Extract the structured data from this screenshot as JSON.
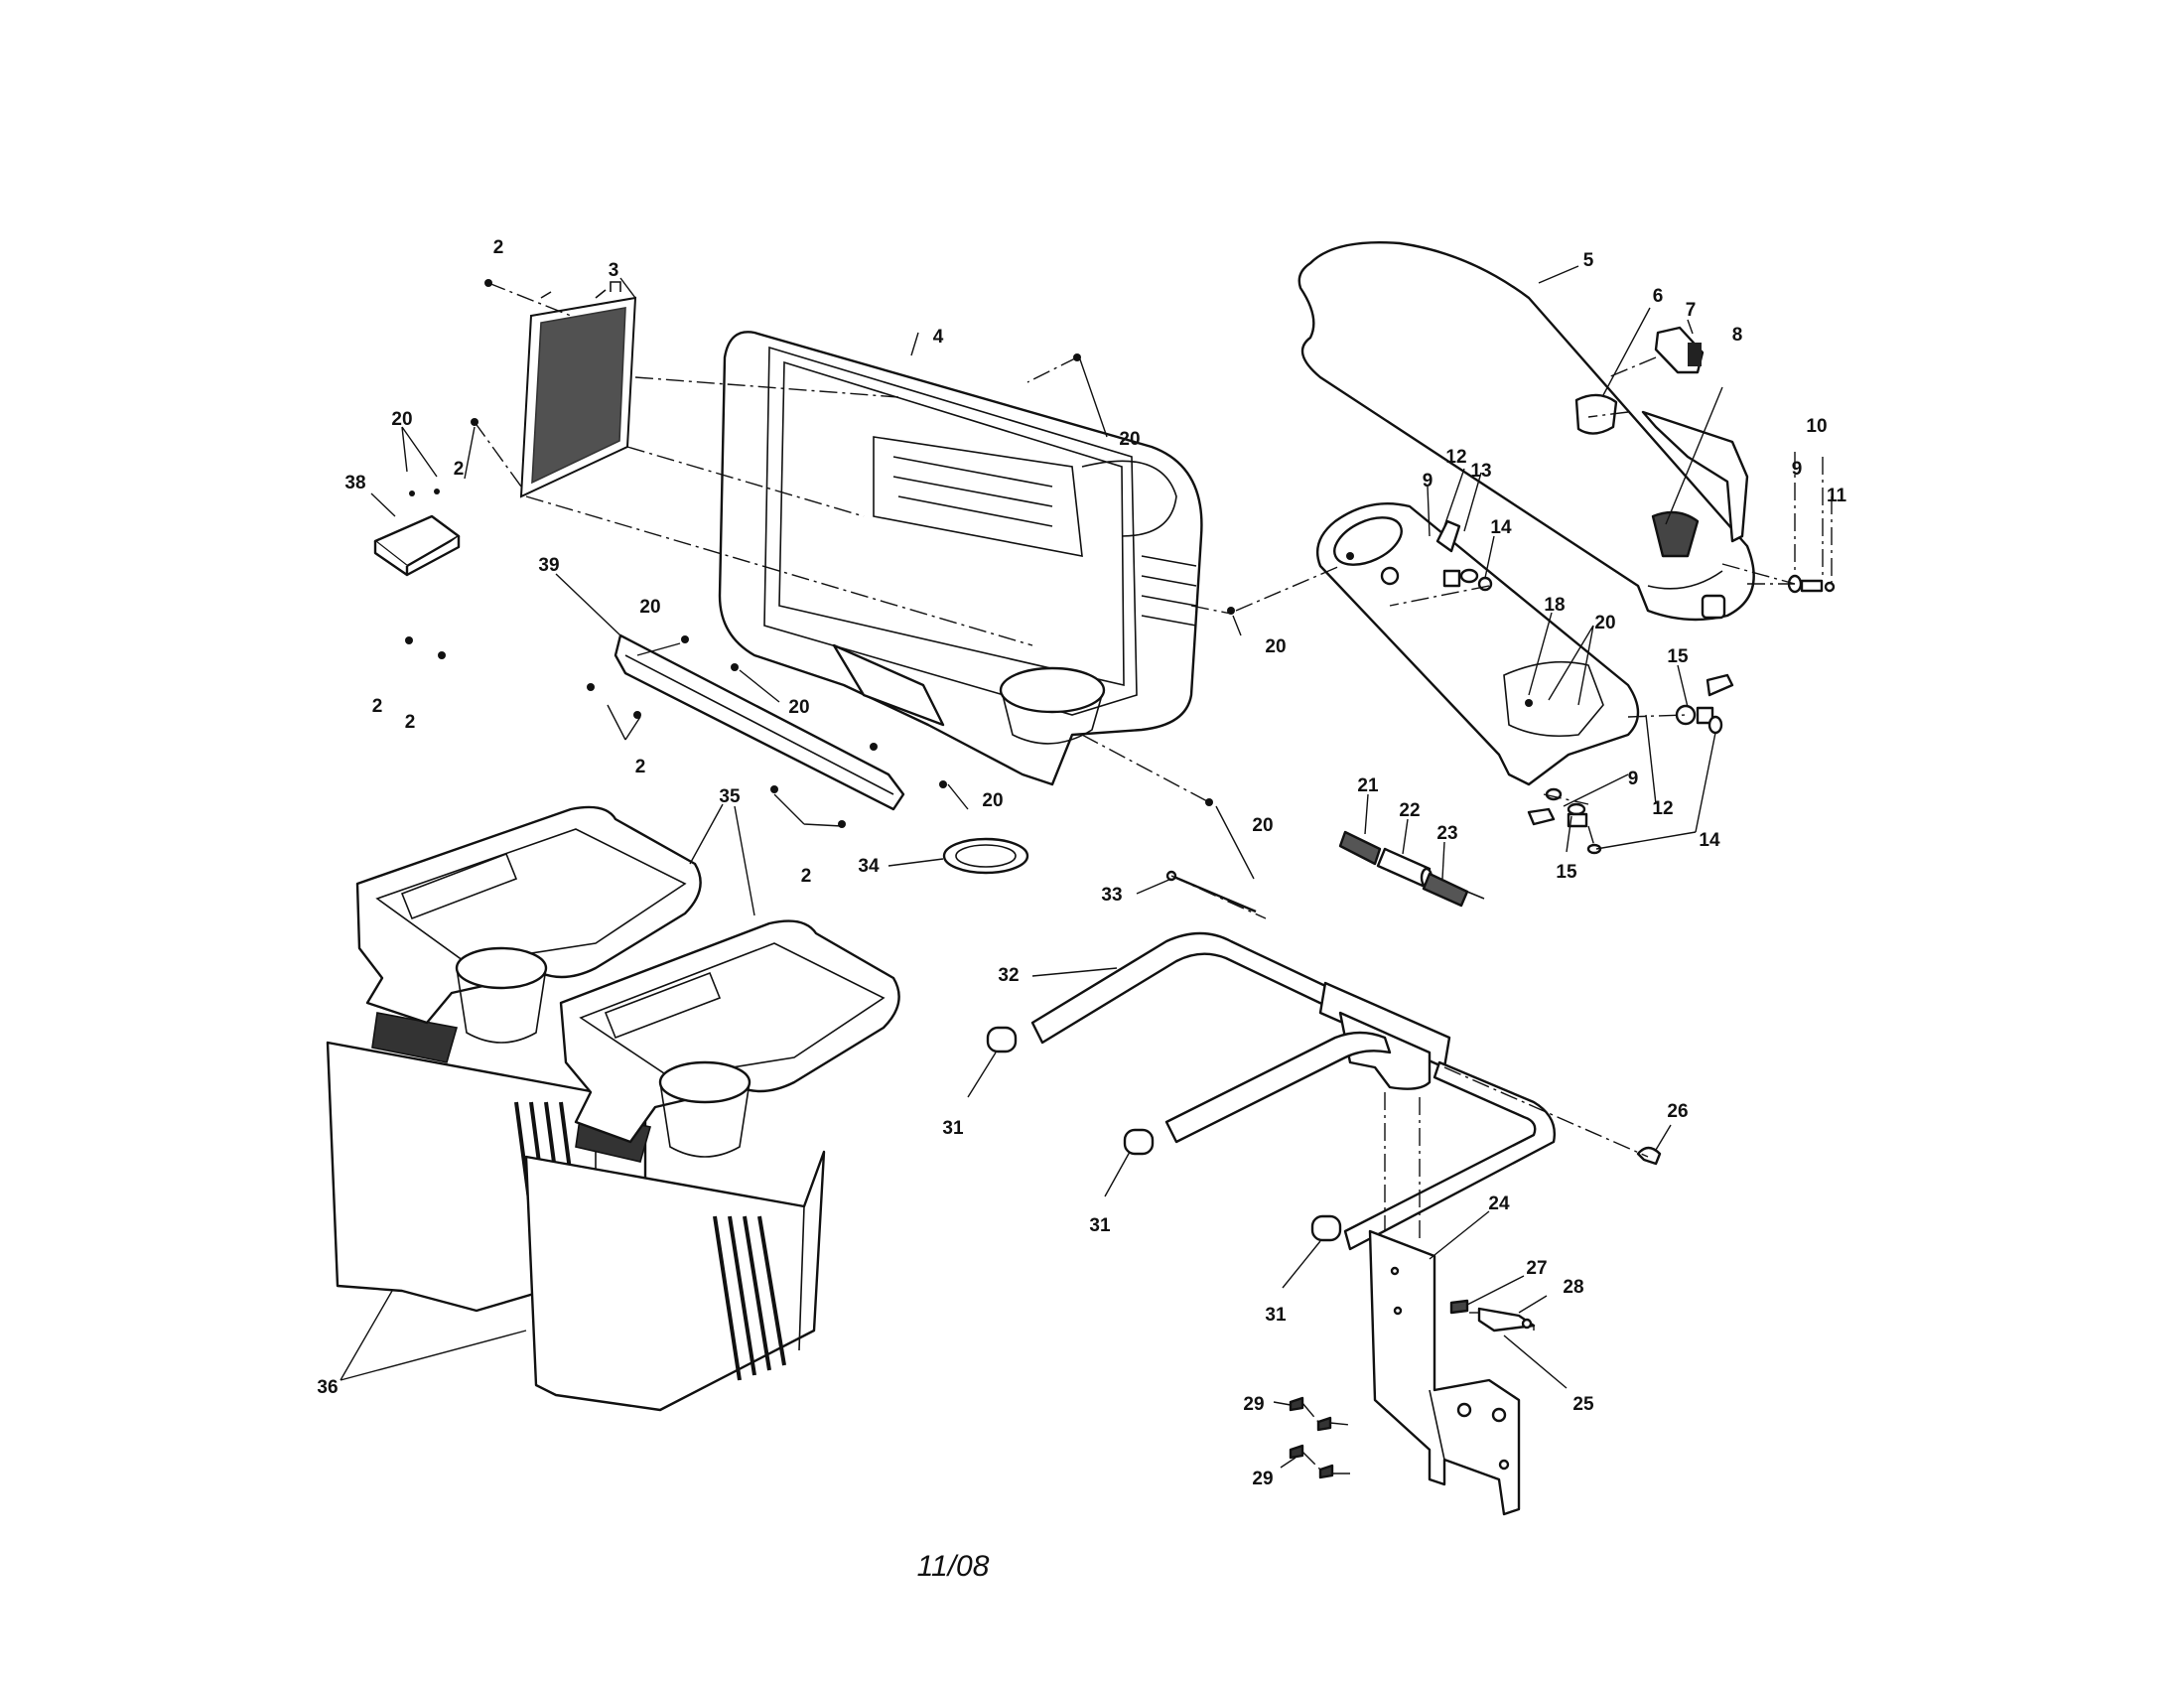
{
  "date_code": "11/08",
  "callouts": {
    "c2a": "2",
    "c3": "3",
    "c20a": "20",
    "c2b": "2",
    "c38": "38",
    "c2c": "2",
    "c2d": "2",
    "c39": "39",
    "c20b": "20",
    "c20c": "20",
    "c2e": "2",
    "c2f": "2",
    "c20d": "20",
    "c4": "4",
    "c20e": "20",
    "c20f": "20",
    "c20g": "20",
    "c5": "5",
    "c6": "6",
    "c7": "7",
    "c8": "8",
    "c10": "10",
    "c9a": "9",
    "c11": "11",
    "c12a": "12",
    "c13": "13",
    "c9b": "9",
    "c14a": "14",
    "c18": "18",
    "c20h": "20",
    "c15a": "15",
    "c9c": "9",
    "c12b": "12",
    "c15b": "15",
    "c14b": "14",
    "c21": "21",
    "c22": "22",
    "c23": "23",
    "c33": "33",
    "c32": "32",
    "c34": "34",
    "c35": "35",
    "c36": "36",
    "c31a": "31",
    "c31b": "31",
    "c31c": "31",
    "c26": "26",
    "c24": "24",
    "c27": "27",
    "c28": "28",
    "c25": "25",
    "c29a": "29",
    "c29b": "29"
  }
}
